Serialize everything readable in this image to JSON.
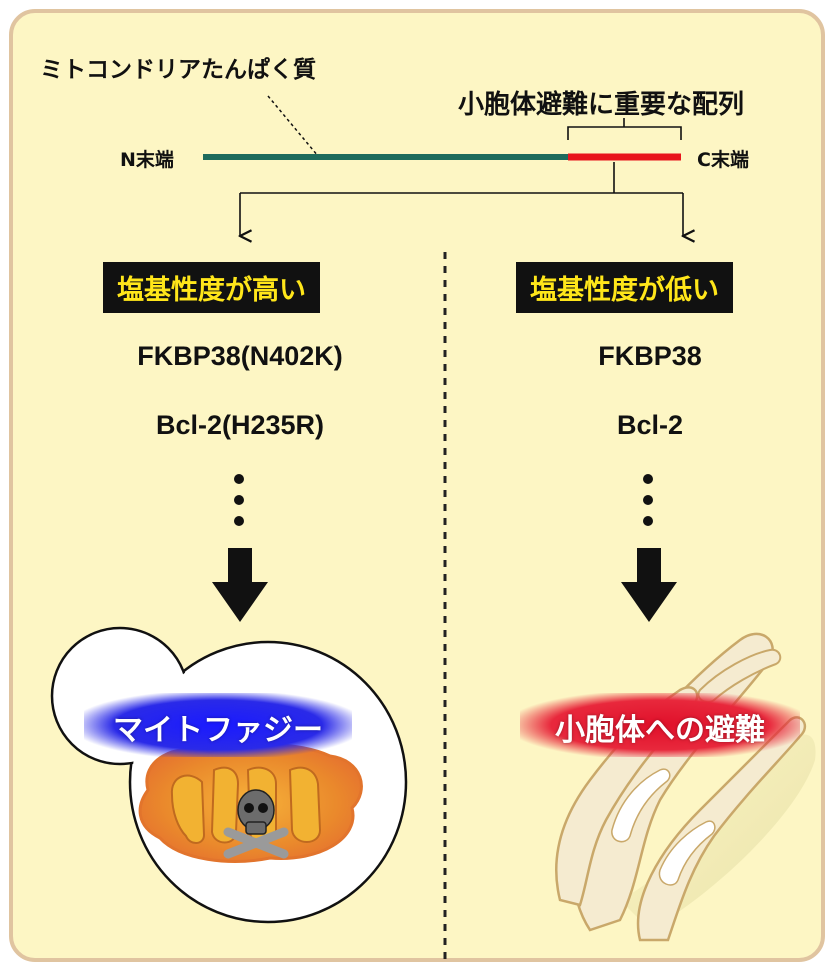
{
  "header": {
    "protein_label": "ミトコンドリアたんぱく質",
    "sequence_label": "小胞体避難に重要な配列",
    "n_terminus": "N末端",
    "c_terminus": "C末端"
  },
  "left": {
    "badge": "塩基性度が高い",
    "proteins": [
      "FKBP38(N402K)",
      "Bcl-2(H235R)"
    ],
    "outcome": "マイトファジー"
  },
  "right": {
    "badge": "塩基性度が低い",
    "proteins": [
      "FKBP38",
      "Bcl-2"
    ],
    "outcome": "小胞体への避難"
  },
  "colors": {
    "background": "#fdf6c4",
    "frame": "#e0c4a0",
    "protein_chain": "#1e6b5c",
    "c_terminal_segment": "#e8141c",
    "badge_text": "#ffe61a",
    "mitophagy_glow": "#1a1aff",
    "er_glow": "#e0102a",
    "mitochondrion": "#e8892a"
  }
}
